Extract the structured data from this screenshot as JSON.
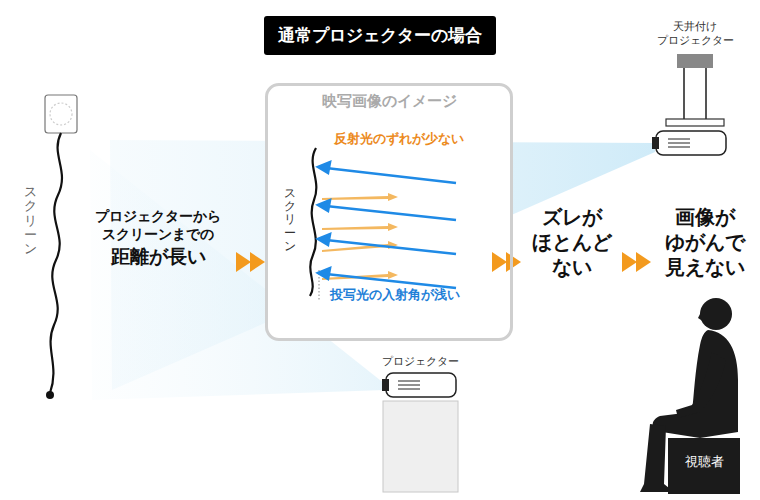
{
  "diagram": {
    "title": "通常プロジェクターの場合",
    "nodes": [
      {
        "text": [
          "映写画像のイメージ"
        ]
      }
    ],
    "labels": [
      "スクリーン",
      "プロジェクターから スクリーンまでの",
      "距離が長い",
      "反射光のずれが少ない",
      "スクリーン",
      "投写光の入射角が浅い",
      "ズレが ほとんど ない",
      "画像が ゆがんで 見えない",
      "天井付け プロジェクター",
      "プロジェクター",
      "視聴者"
    ]
  }
}
